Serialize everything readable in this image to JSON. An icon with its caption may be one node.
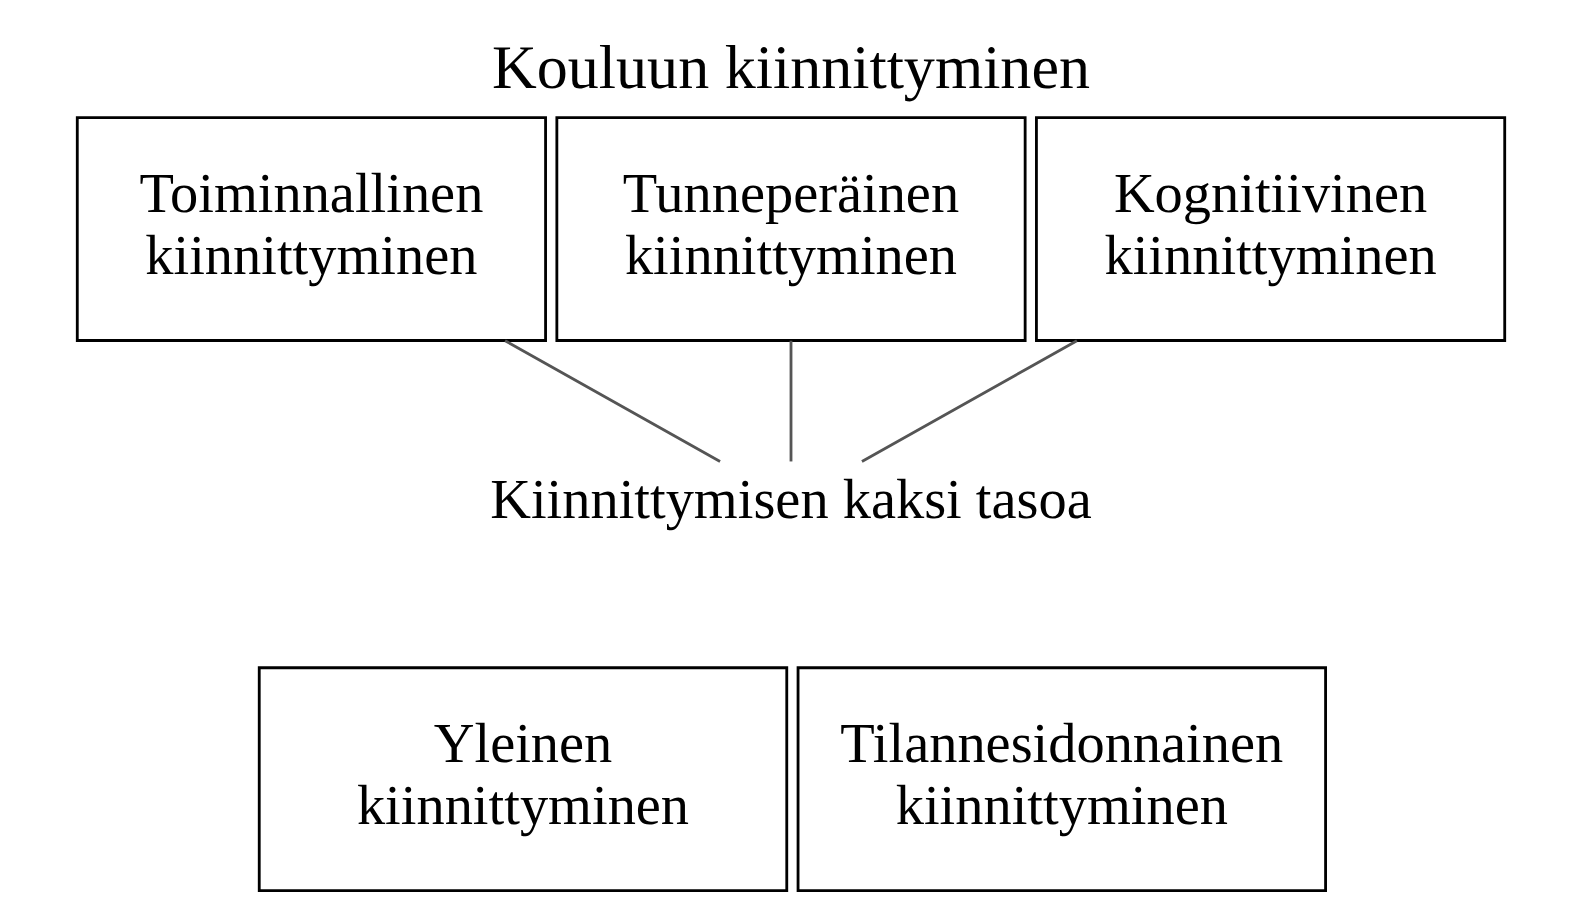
{
  "diagram": {
    "title": "Kouluun kiinnittyminen",
    "nodes": [
      {
        "text": [
          "Toiminnallinen kiinnittyminen"
        ]
      },
      {
        "text": [
          "Tunneperäinen kiinnittyminen"
        ]
      },
      {
        "text": [
          "Kognitiivinen kiinnittyminen"
        ]
      },
      {
        "text": [
          "Kiinnittymisen kaksi tasoa"
        ]
      },
      {
        "text": [
          "Yleinen kiinnittyminen"
        ]
      },
      {
        "text": [
          "Tilannesidonnainen kiinnittyminen"
        ]
      }
    ],
    "edges": [
      {
        "from": 0,
        "to": 3,
        "arrow": "none"
      },
      {
        "from": 1,
        "to": 3,
        "arrow": "none"
      },
      {
        "from": 2,
        "to": 3,
        "arrow": "none"
      }
    ]
  }
}
